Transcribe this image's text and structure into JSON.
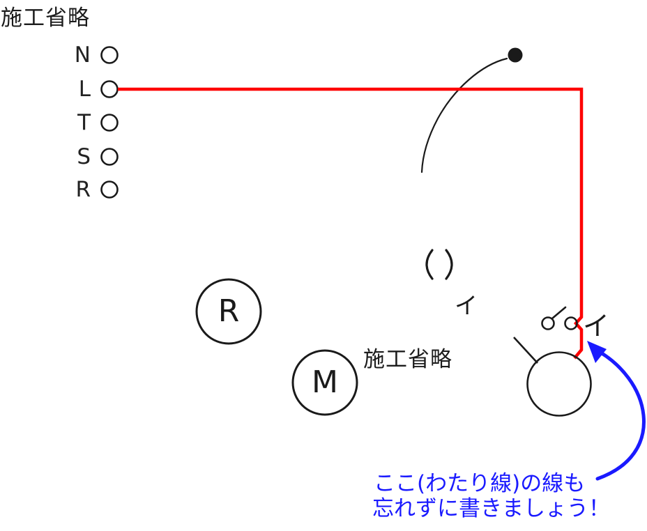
{
  "diagram": {
    "type": "electrical-wiring-practice-diagram",
    "omitted_label_top": "施工省略",
    "omitted_label_middle": "施工省略",
    "terminal_block": {
      "labels": [
        "N",
        "L",
        "T",
        "S",
        "R"
      ]
    },
    "components": {
      "receptacle_letter": "R",
      "motor_letter": "M",
      "ceiling_circuit_label": "イ",
      "switch_circuit_label": "イ"
    },
    "annotation": {
      "line1": "ここ(わたり線)の線も",
      "line2": "忘れずに書きましょう！"
    }
  },
  "colors": {
    "wire_red": "#fe0000",
    "annotation_blue": "#1a1aff",
    "line_black": "#1a1a1a"
  }
}
